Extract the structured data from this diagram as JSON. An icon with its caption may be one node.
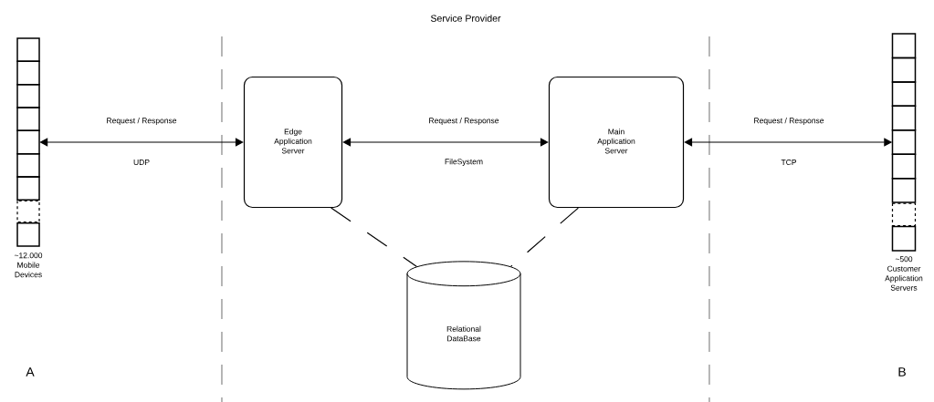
{
  "diagram": {
    "nodes": [
      {
        "text": [],
        "shape": "bar",
        "beside": [
          "~12.000 Mobile Devices"
        ]
      },
      {
        "text": [
          "Edge Application Server"
        ]
      },
      {
        "text": [
          "Main Application Server"
        ]
      },
      {
        "text": [
          "Relational DataBase"
        ]
      },
      {
        "text": [],
        "shape": "bar",
        "beside": [
          "~500 Customer Application Servers"
        ]
      }
    ],
    "edges": [
      {
        "from": 0,
        "to": 1,
        "arrow": "both",
        "label": "Request / Response"
      },
      {
        "from": 1,
        "to": 2,
        "arrow": "both",
        "label": "Request / Response"
      },
      {
        "from": 2,
        "to": 4,
        "arrow": "both",
        "label": "Request / Response"
      },
      {
        "from": 1,
        "to": 3,
        "arrow": "none",
        "style": "dashed"
      },
      {
        "from": 2,
        "to": 3,
        "arrow": "none",
        "style": "dashed"
      }
    ],
    "labels": [
      "Service Provider",
      "UDP",
      "FileSystem",
      "TCP",
      "A",
      "B"
    ]
  }
}
